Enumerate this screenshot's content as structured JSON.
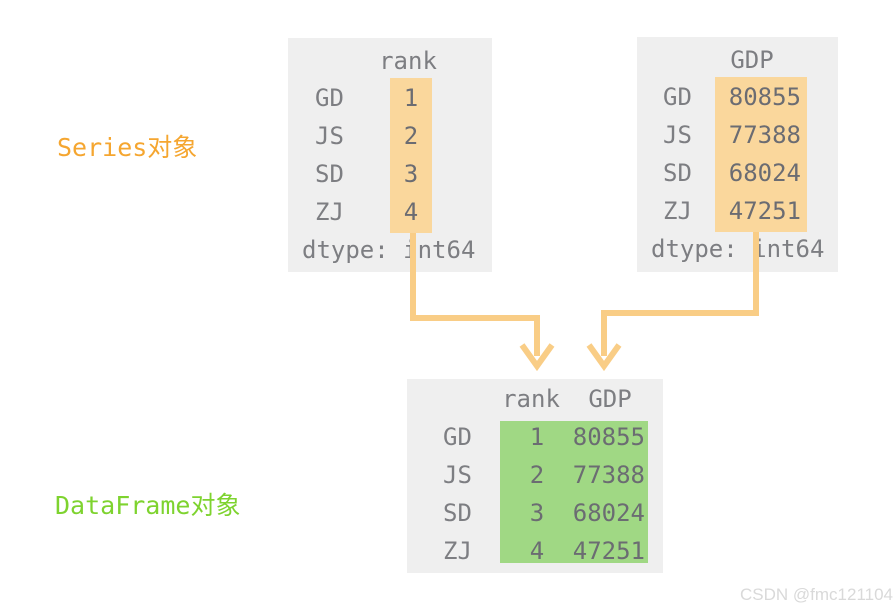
{
  "labels": {
    "series": "Series对象",
    "dataframe": "DataFrame对象"
  },
  "series_rank": {
    "name": "rank",
    "dtype_line": "dtype: int64",
    "rows": [
      {
        "index": "GD",
        "value": "1"
      },
      {
        "index": "JS",
        "value": "2"
      },
      {
        "index": "SD",
        "value": "3"
      },
      {
        "index": "ZJ",
        "value": "4"
      }
    ]
  },
  "series_gdp": {
    "name": "GDP",
    "dtype_line": "dtype: int64",
    "rows": [
      {
        "index": "GD",
        "value": "80855"
      },
      {
        "index": "JS",
        "value": "77388"
      },
      {
        "index": "SD",
        "value": "68024"
      },
      {
        "index": "ZJ",
        "value": "47251"
      }
    ]
  },
  "dataframe": {
    "columns": [
      "rank",
      "GDP"
    ],
    "rows": [
      {
        "index": "GD",
        "rank": "1",
        "gdp": "80855"
      },
      {
        "index": "JS",
        "rank": "2",
        "gdp": "77388"
      },
      {
        "index": "SD",
        "rank": "3",
        "gdp": "68024"
      },
      {
        "index": "ZJ",
        "rank": "4",
        "gdp": "47251"
      }
    ]
  },
  "watermark": "CSDN @fmc121104",
  "colors": {
    "box_background": "#efefef",
    "series_highlight": "#fad79c",
    "dataframe_highlight": "#a0d884",
    "arrow": "#f9cd86",
    "series_label": "#f5a630",
    "dataframe_label": "#7ed32f",
    "index_text": "#7d7e82",
    "value_text": "#6b6c72",
    "watermark_text": "#d9d9d9"
  }
}
